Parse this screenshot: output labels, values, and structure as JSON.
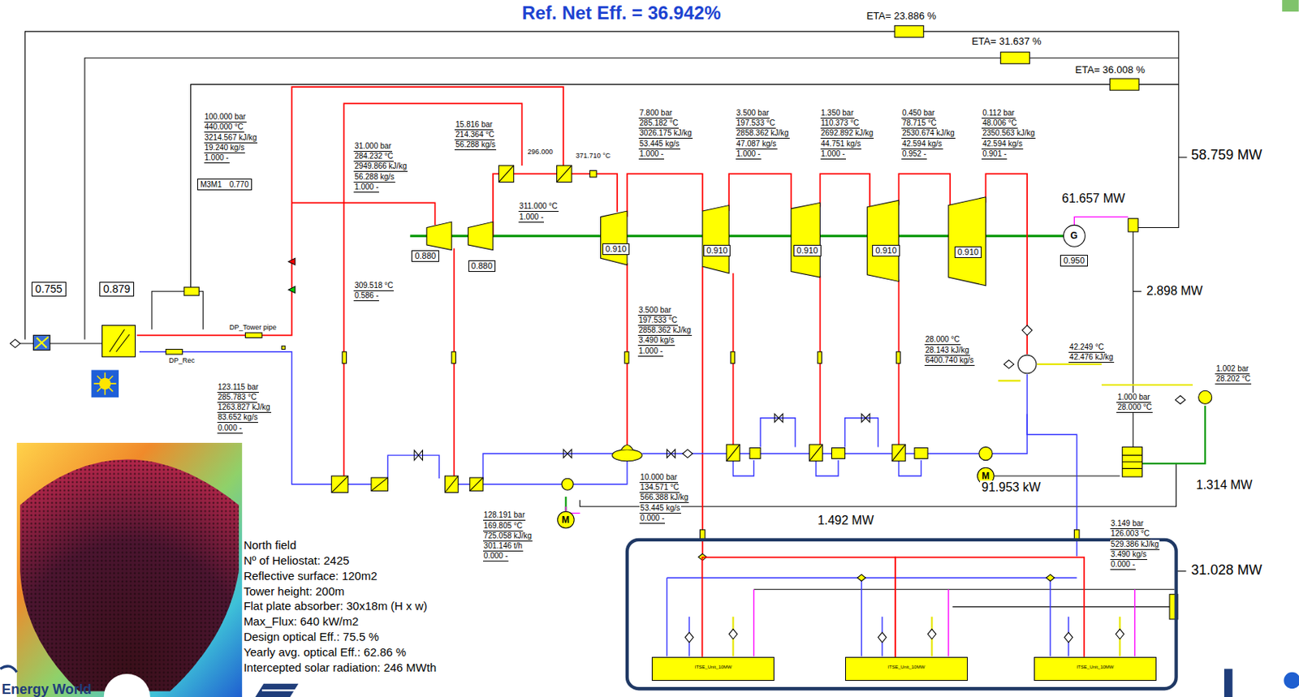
{
  "diagram": {
    "title": "Ref. Net Eff. = 36.942%",
    "nodes": [
      {
        "text": [
          "0.755"
        ]
      },
      {
        "text": [
          "0.879"
        ]
      },
      {
        "text": [
          "M3M1",
          "0.770"
        ]
      },
      {
        "text": [
          "0.880"
        ]
      },
      {
        "text": [
          "0.880"
        ]
      },
      {
        "text": [
          "0.910"
        ]
      },
      {
        "text": [
          "0.910"
        ]
      },
      {
        "text": [
          "0.910"
        ]
      },
      {
        "text": [
          "0.910"
        ]
      },
      {
        "text": [
          "0.910"
        ]
      },
      {
        "text": [
          "0.950"
        ]
      },
      {
        "text": [
          "ITSE_Unit_10MW"
        ]
      },
      {
        "text": [
          "ITSE_Unit_10MW"
        ]
      },
      {
        "text": [
          "ITSE_Unit_10MW"
        ]
      }
    ],
    "edges": [
      {
        "from": 11,
        "to": 12,
        "arrow": "none"
      },
      {
        "from": 12,
        "to": 13,
        "arrow": "none"
      }
    ],
    "labels": [
      "ETA= 23.886 %",
      "ETA= 31.637 %",
      "ETA= 36.008 %",
      "100.000 bar",
      "440.000 °C",
      "3214.567 kJ/kg",
      "19.240 kg/s",
      "1.000 -",
      "15.816 bar",
      "214.364 °C",
      "56.288 kg/s",
      "296.000",
      "371.710 °C",
      "31.000 bar",
      "284.232 °C",
      "2949.866 kJ/kg",
      "56.288 kg/s",
      "1.000 -",
      "311.000 °C",
      "1.000 -",
      "7.800 bar",
      "285.182 °C",
      "3026.175 kJ/kg",
      "53.445 kg/s",
      "1.000 -",
      "3.500 bar",
      "197.533 °C",
      "2858.362 kJ/kg",
      "47.087 kg/s",
      "1.000 -",
      "1.350 bar",
      "110.373 °C",
      "2692.892 kJ/kg",
      "44.751 kg/s",
      "1.000 -",
      "0.450 bar",
      "78.715 °C",
      "2530.674 kJ/kg",
      "42.594 kg/s",
      "0.952 -",
      "0.112 bar",
      "48.006 °C",
      "2350.563 kJ/kg",
      "42.594 kg/s",
      "0.901 -",
      "58.759 MW",
      "61.657 MW",
      "2.898 MW",
      "309.518 °C",
      "0.586 -",
      "DP_Tower pipe",
      "DP_Rec",
      "3.500 bar",
      "197.533 °C",
      "2858.362 kJ/kg",
      "3.490 kg/s",
      "1.000 -",
      "28.000 °C",
      "28.143 kJ/kg",
      "6400.740 kg/s",
      "42.249 °C",
      "42.476 kJ/kg",
      "1.002 bar",
      "28.202 °C",
      "1.000 bar",
      "28.000 °C",
      "123.115 bar",
      "285.783 °C",
      "1263.827 kJ/kg",
      "83.652 kg/s",
      "0.000 -",
      "10.000 bar",
      "134.571 °C",
      "566.388 kJ/kg",
      "53.445 kg/s",
      "0.000 -",
      "128.191 bar",
      "169.805 °C",
      "725.058 kJ/kg",
      "301.146 t/h",
      "0.000 -",
      "91.953 kW",
      "1.314 MW",
      "1.492 MW",
      "3.149 bar",
      "126.003 °C",
      "529.386 kJ/kg",
      "3.490 kg/s",
      "0.000 -",
      "31.028 MW",
      "North field",
      "Nº of Heliostat: 2425",
      "Reflective surface: 120m2",
      "Tower height: 200m",
      "Flat plate absorber: 30x18m (H x w)",
      "Max_Flux: 640 kW/m2",
      "Design optical Eff.: 75.5 %",
      "Yearly avg. optical Eff.: 62.86 %",
      "Intercepted solar radiation: 246 MWth",
      "G",
      "M",
      "M",
      "Energy World"
    ]
  }
}
